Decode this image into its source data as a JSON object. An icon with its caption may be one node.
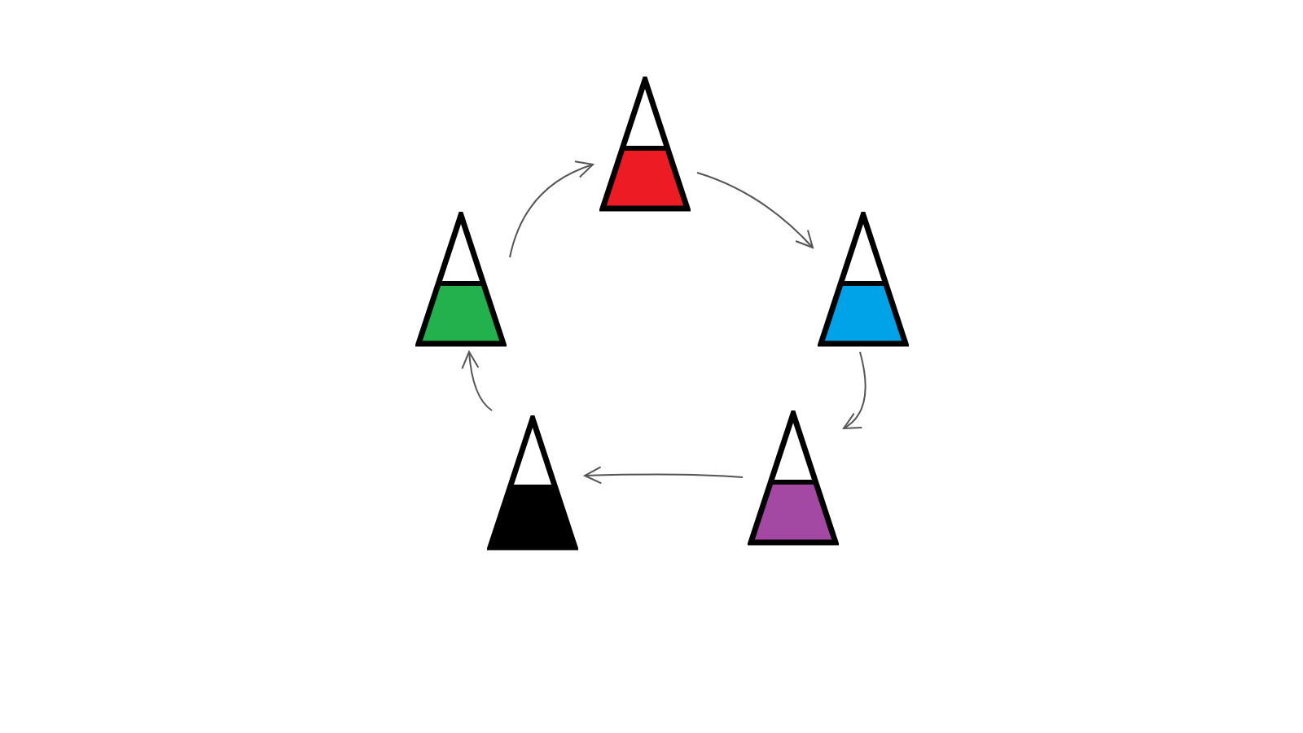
{
  "diagram": {
    "nodes": [
      {
        "text": [],
        "shape": "triangle"
      },
      {
        "text": [],
        "shape": "triangle"
      },
      {
        "text": [],
        "shape": "triangle"
      },
      {
        "text": [],
        "shape": "triangle"
      },
      {
        "text": [],
        "shape": "triangle"
      }
    ],
    "edges": [
      {
        "from": 0,
        "to": 2,
        "arrow": "to"
      },
      {
        "from": 2,
        "to": 4,
        "arrow": "to"
      },
      {
        "from": 4,
        "to": 3,
        "arrow": "to"
      },
      {
        "from": 3,
        "to": 1,
        "arrow": "to"
      },
      {
        "from": 1,
        "to": 0,
        "arrow": "to"
      }
    ]
  }
}
